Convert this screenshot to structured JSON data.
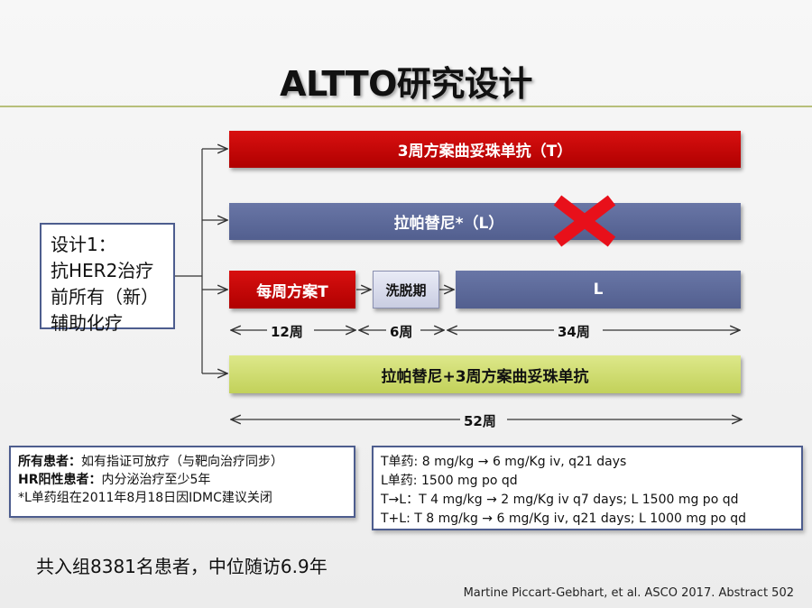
{
  "title": "ALTTO研究设计",
  "design": {
    "lines": [
      "设计1：",
      "抗HER2治疗",
      "前所有（新）",
      "辅助化疗"
    ]
  },
  "arms": {
    "arm_t": "3周方案曲妥珠单抗（T）",
    "arm_l": "拉帕替尼*（L）",
    "arm_seq_weekly_t": "每周方案T",
    "arm_seq_washout": "洗脱期",
    "arm_seq_l": "L",
    "arm_combo": "拉帕替尼+3周方案曲妥珠单抗"
  },
  "durations": {
    "weekly_t": "12周",
    "washout": "6周",
    "l": "34周",
    "total": "52周"
  },
  "notes_left": {
    "line1_bold": "所有患者：",
    "line1_text": "如有指证可放疗（与靶向治疗同步）",
    "line2_bold": "HR阳性患者：",
    "line2_text": "内分泌治疗至少5年",
    "line3_text": "*L单药组在2011年8月18日因IDMC建议关闭"
  },
  "notes_right": [
    "T单药: 8 mg/kg → 6 mg/Kg iv, q21 days",
    "L单药: 1500 mg po qd",
    "T→L：T 4 mg/kg → 2 mg/Kg iv q7 days; L 1500 mg po qd",
    "T+L: T 8 mg/kg → 6 mg/Kg iv, q21 days; L 1000 mg po qd"
  ],
  "summary": "共入组8381名患者，中位随访6.9年",
  "citation": "Martine Piccart-Gebhart, et al. ASCO 2017. Abstract 502",
  "colors": {
    "red_arm": "#c00000",
    "blue_arm": "#5a6796",
    "green_arm": "#cfdc6e",
    "cross": "#e8101a"
  }
}
